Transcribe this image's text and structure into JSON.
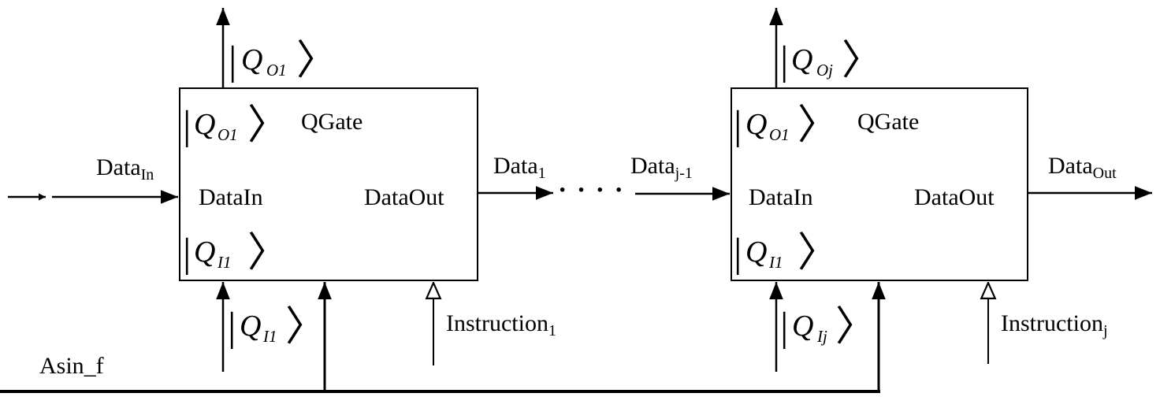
{
  "gate1": {
    "ket_top": "Q",
    "ket_top_sub": "O1",
    "title": "QGate",
    "port_in": "DataIn",
    "port_out": "DataOut",
    "ket_bottom": "Q",
    "ket_bottom_sub": "I1"
  },
  "gate2": {
    "ket_top": "Q",
    "ket_top_sub": "O1",
    "title": "QGate",
    "port_in": "DataIn",
    "port_out": "DataOut",
    "ket_bottom": "Q",
    "ket_bottom_sub": "I1"
  },
  "signals": {
    "out_ket1": {
      "sym": "Q",
      "sub": "O1"
    },
    "out_ketj": {
      "sym": "Q",
      "sub": "Oj"
    },
    "in_ket1": {
      "sym": "Q",
      "sub": "I1"
    },
    "in_ketj": {
      "sym": "Q",
      "sub": "Ij"
    },
    "data_in": {
      "base": "Data",
      "sub": "In"
    },
    "data_1": {
      "base": "Data",
      "sub": "1"
    },
    "data_j1": {
      "base": "Data",
      "sub": "j-1"
    },
    "data_out": {
      "base": "Data",
      "sub": "Out"
    },
    "instr_1": {
      "base": "Instruction",
      "sub": "1"
    },
    "instr_j": {
      "base": "Instruction",
      "sub": "j"
    },
    "clock": "Asin_f"
  },
  "ellipsis": "· · · ·"
}
